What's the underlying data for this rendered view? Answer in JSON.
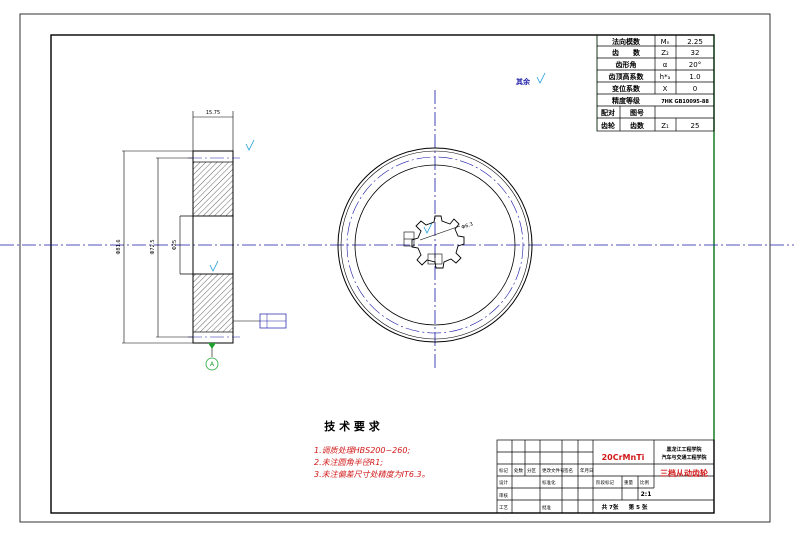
{
  "params_table": {
    "rows": [
      {
        "label": "法向模数",
        "symbol": "Mₙ",
        "value": "2.25"
      },
      {
        "label": "齿　　数",
        "symbol": "Z₂",
        "value": "32"
      },
      {
        "label": "齿形角",
        "symbol": "α",
        "value": "20°"
      },
      {
        "label": "齿顶高系数",
        "symbol": "h*ₐ",
        "value": "1.0"
      },
      {
        "label": "变位系数",
        "symbol": "X",
        "value": "0"
      },
      {
        "label": "精度等级",
        "symbol": "",
        "value": "7HK GB10095-88"
      }
    ],
    "mating": {
      "label": "配对",
      "sub": "图号",
      "label2": "齿轮",
      "sub2": "齿数",
      "symbol": "Z₁",
      "value": "25"
    }
  },
  "roughness_note": "其余",
  "dimensions": {
    "width": "15.75",
    "d_outer": "Φ81.6",
    "d_mid": "Φ72.5",
    "d_bore": "Φ25",
    "spline": "Φ6.3"
  },
  "datum_label": "A",
  "tech_req": {
    "title": "技 术 要 求",
    "items": [
      "1.调质处理HBS200~260;",
      "2.未注圆角半径R1;",
      "3.未注偏差尺寸处精度为IT6.3。"
    ]
  },
  "title_block": {
    "material": "20CrMnTi",
    "school": "黑龙江工程学院",
    "dept": "汽车与交通工程学院",
    "part_name": "三档从动齿轮",
    "mark_label": "标记",
    "count_label": "处数",
    "partition_label": "分区",
    "change_doc": "更改文件号",
    "sign_label": "签名",
    "date_label": "年月日",
    "design": "设计",
    "standardize": "标准化",
    "stage_mark": "阶段标记",
    "weight": "重量",
    "scale_label": "比例",
    "scale": "2:1",
    "review": "审核",
    "process": "工艺",
    "approve": "批准",
    "sheets_total": "共 7张",
    "sheet_no": "第 5 张"
  }
}
